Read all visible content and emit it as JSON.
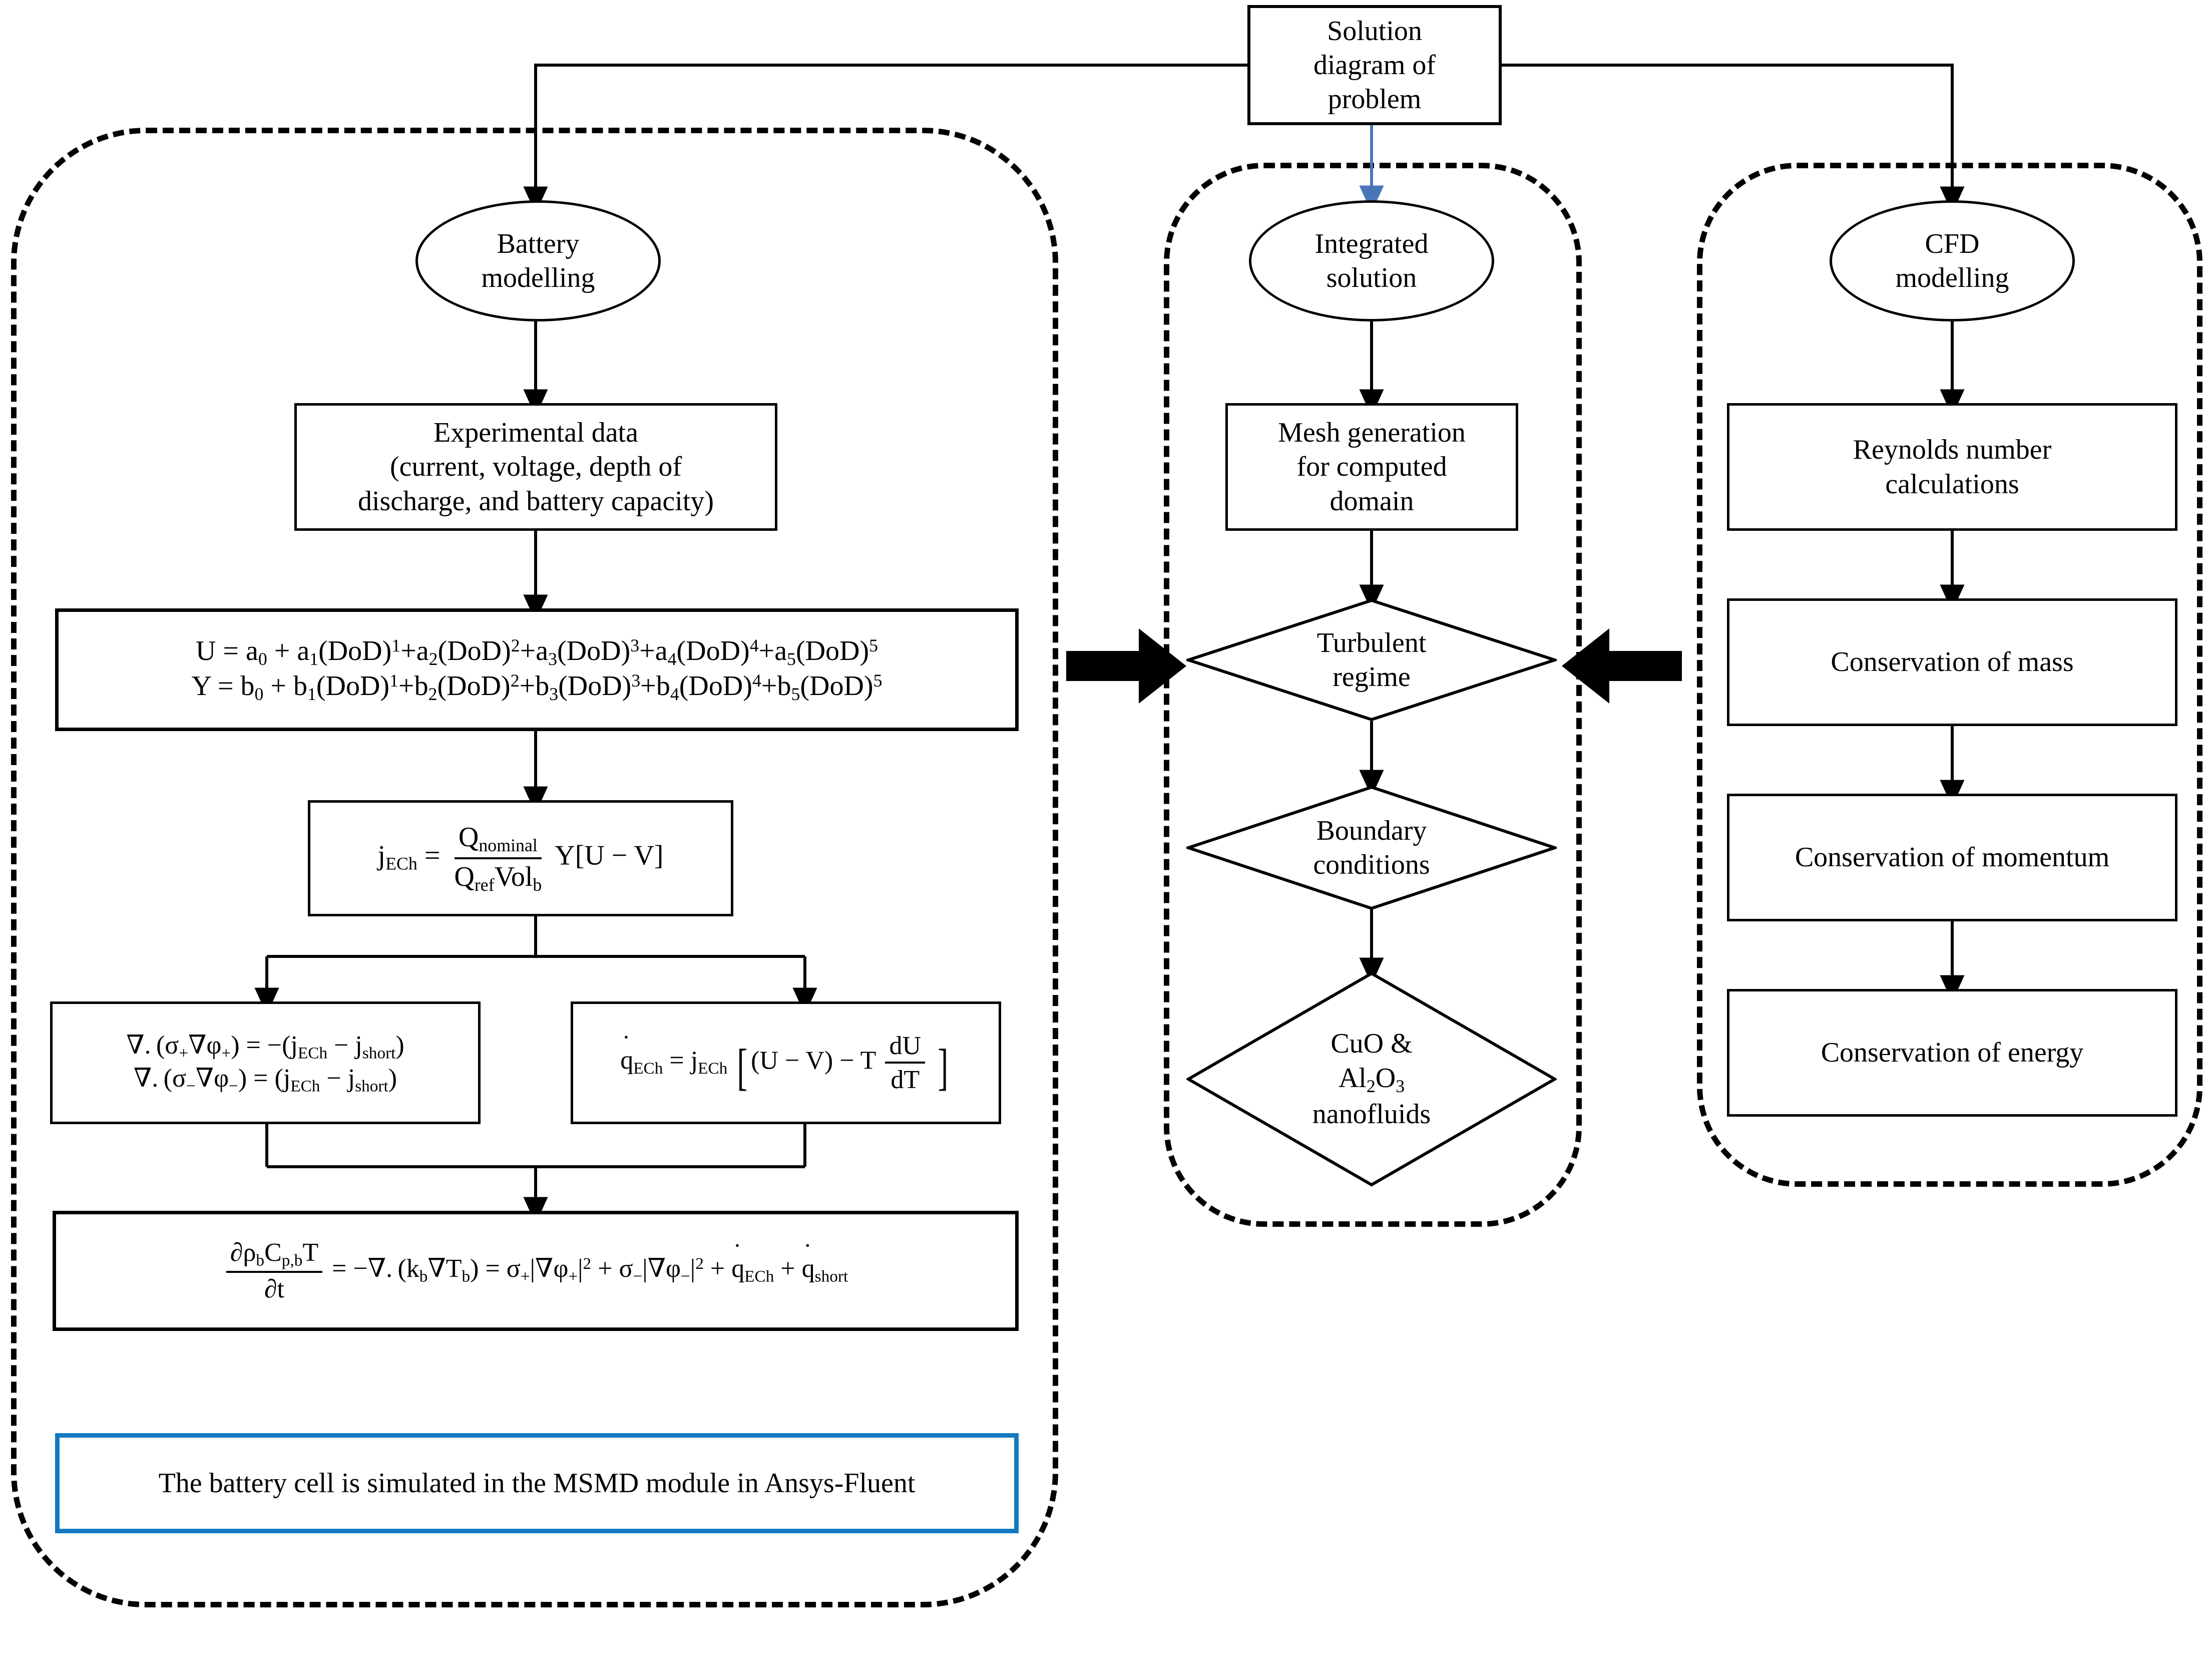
{
  "diagram": {
    "title_box": "Solution diagram of problem",
    "title_lines": [
      "Solution",
      "diagram of",
      "problem"
    ],
    "accent_blue": "#1479C0",
    "line_color": "#000000",
    "blue_arrow_color": "#4A76B8"
  },
  "panels": {
    "battery": {
      "name": "battery-modelling-panel",
      "start_node": "Battery modelling",
      "start_lines": [
        "Battery",
        "modelling"
      ],
      "experimental_data_lines": [
        "Experimental data",
        "(current, voltage, depth of",
        "discharge, and battery  capacity)"
      ],
      "polynomial_line1": "U = a0 + a1(DoD)^1+a2(DoD)^2+a3(DoD)^3+a4(DoD)^4+a5(DoD)^5",
      "polynomial_line2": "Y = b0 + b1(DoD)^1+b2(DoD)^2+b3(DoD)^3+b4(DoD)^4+b5(DoD)^5",
      "current_density_eq": "jECh = Qnominal / (Qref Volb) Y[U - V]",
      "potential_eq_line1": "div.(sigma+ grad phi+) = -(jECh - jshort)",
      "potential_eq_line2": "div.(sigma- grad phi-) = (jECh - jshort)",
      "heat_gen_eq": "qECh = jECh [ (U - V) - T dU/dT ]",
      "energy_eq": "d(rho_b Cp,b T)/dt = -div.(kb grad Tb) = sigma+|grad phi+|^2 + sigma-|grad phi-|^2 + qECh + qshort",
      "note": "The battery cell is simulated in the MSMD module in Ansys-Fluent"
    },
    "integrated": {
      "name": "integrated-solution-panel",
      "start_node": "Integrated solution",
      "start_lines": [
        "Integrated",
        "solution"
      ],
      "mesh_lines": [
        "Mesh generation",
        "for computed",
        "domain"
      ],
      "turbulent_lines": [
        "Turbulent",
        "regime"
      ],
      "boundary_lines": [
        "Boundary",
        "conditions"
      ],
      "nanofluid_lines": [
        "CuO &",
        "Al2O3",
        "nanofluids"
      ]
    },
    "cfd": {
      "name": "cfd-modelling-panel",
      "start_node": "CFD modelling",
      "start_lines": [
        "CFD",
        "modelling"
      ],
      "boxes": [
        [
          "Reynolds number",
          "calculations"
        ],
        [
          "Conservation of mass"
        ],
        [
          "Conservation of momentum"
        ],
        [
          "Conservation of energy"
        ]
      ]
    }
  }
}
